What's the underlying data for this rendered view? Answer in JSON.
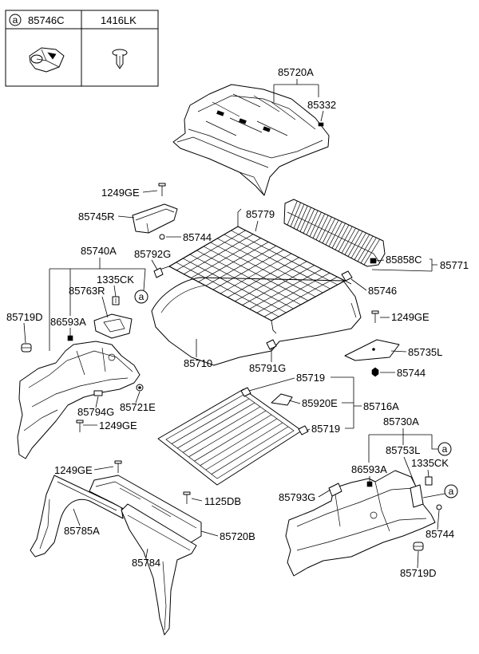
{
  "legend": {
    "ref_marker": "a",
    "col1_part": "85746C",
    "col2_part": "1416LK"
  },
  "ref_marker": "a",
  "labels": [
    "85720A",
    "85332",
    "1249GE",
    "85779",
    "85745R",
    "85744",
    "85740A",
    "85792G",
    "85858C",
    "85771",
    "1335CK",
    "85763R",
    "85746",
    "85719D",
    "86593A",
    "1249GE",
    "85735L",
    "85710",
    "85791G",
    "85744",
    "85719",
    "85920E",
    "85716A",
    "85721E",
    "85794G",
    "1249GE",
    "85719",
    "85730A",
    "85753L",
    "1335CK",
    "86593A",
    "1249GE",
    "85793G",
    "1125DB",
    "85785A",
    "85744",
    "85720B",
    "85784",
    "85719D"
  ]
}
